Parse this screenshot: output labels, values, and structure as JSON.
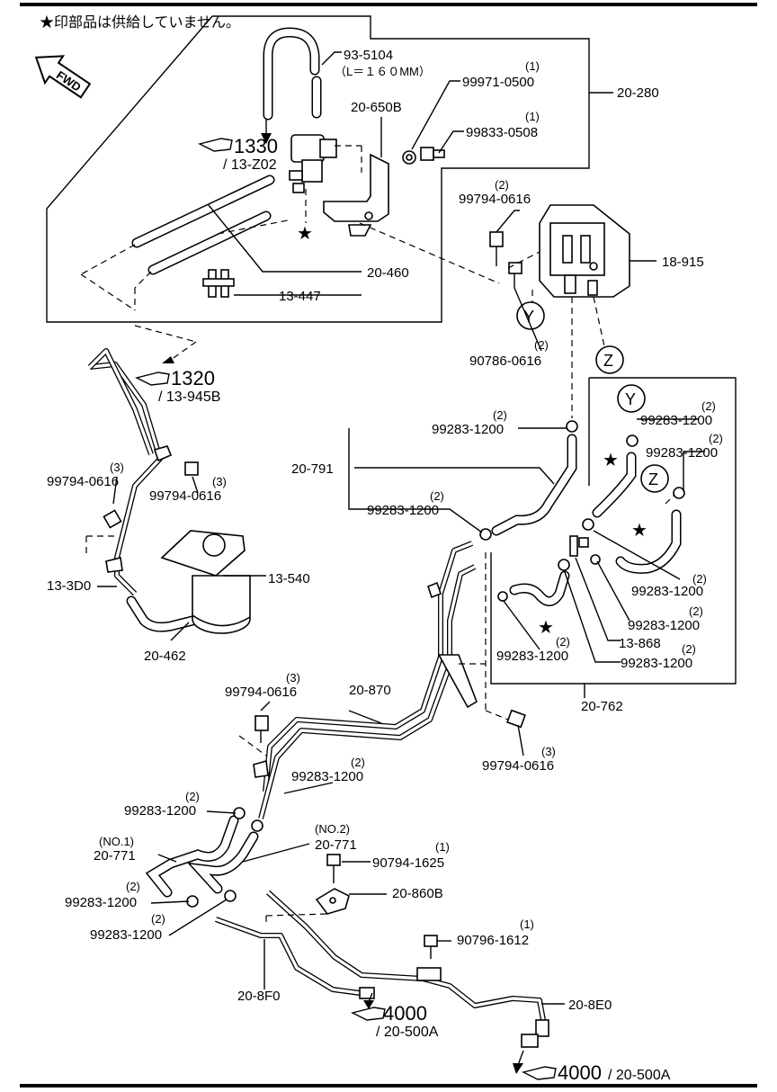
{
  "header_note": "★印部品は供給していません。",
  "fwd_label": "FWD",
  "callouts": [
    {
      "id": "c935104",
      "part": "93-5104",
      "qty": "",
      "sub": "（L＝１６０MM）"
    },
    {
      "id": "c999710500",
      "part": "99971-0500",
      "qty": "(1)"
    },
    {
      "id": "c20280",
      "part": "20-280",
      "qty": ""
    },
    {
      "id": "c20650b",
      "part": "20-650B",
      "qty": ""
    },
    {
      "id": "c998330508",
      "part": "99833-0508",
      "qty": "(1)"
    },
    {
      "id": "c997940616a",
      "part": "99794-0616",
      "qty": "(2)"
    },
    {
      "id": "c18915",
      "part": "18-915",
      "qty": ""
    },
    {
      "id": "c20460",
      "part": "20-460",
      "qty": ""
    },
    {
      "id": "c13447",
      "part": "13-447",
      "qty": ""
    },
    {
      "id": "c907860616",
      "part": "90786-0616",
      "qty": "(2)"
    },
    {
      "id": "c992831200a",
      "part": "99283-1200",
      "qty": "(2)"
    },
    {
      "id": "c992831200b",
      "part": "99283-1200",
      "qty": "(2)"
    },
    {
      "id": "c992831200c",
      "part": "99283-1200",
      "qty": "(2)"
    },
    {
      "id": "c20791",
      "part": "20-791",
      "qty": ""
    },
    {
      "id": "c992831200d",
      "part": "99283-1200",
      "qty": "(2)"
    },
    {
      "id": "c997940616b",
      "part": "99794-0616",
      "qty": "(3)"
    },
    {
      "id": "c997940616c",
      "part": "99794-0616",
      "qty": "(3)"
    },
    {
      "id": "c133d0",
      "part": "13-3D0",
      "qty": ""
    },
    {
      "id": "c13540",
      "part": "13-540",
      "qty": ""
    },
    {
      "id": "c20462",
      "part": "20-462",
      "qty": ""
    },
    {
      "id": "c992831200e",
      "part": "99283-1200",
      "qty": "(2)"
    },
    {
      "id": "c992831200f",
      "part": "99283-1200",
      "qty": "(2)"
    },
    {
      "id": "c13868",
      "part": "13-868",
      "qty": ""
    },
    {
      "id": "c992831200g",
      "part": "99283-1200",
      "qty": "(2)"
    },
    {
      "id": "c992831200h",
      "part": "99283-1200",
      "qty": "(2)"
    },
    {
      "id": "c20762",
      "part": "20-762",
      "qty": ""
    },
    {
      "id": "c997940616d",
      "part": "99794-0616",
      "qty": "(3)"
    },
    {
      "id": "c20870",
      "part": "20-870",
      "qty": ""
    },
    {
      "id": "c997940616e",
      "part": "99794-0616",
      "qty": "(3)"
    },
    {
      "id": "c992831200i",
      "part": "99283-1200",
      "qty": "(2)"
    },
    {
      "id": "c992831200j",
      "part": "99283-1200",
      "qty": "(2)"
    },
    {
      "id": "c20771a",
      "part": "20-771",
      "qty": "(NO.1)"
    },
    {
      "id": "c20771b",
      "part": "20-771",
      "qty": "(NO.2)"
    },
    {
      "id": "c907941625",
      "part": "90794-1625",
      "qty": "(1)"
    },
    {
      "id": "c992831200k",
      "part": "99283-1200",
      "qty": "(2)"
    },
    {
      "id": "c20860b",
      "part": "20-860B",
      "qty": ""
    },
    {
      "id": "c992831200l",
      "part": "99283-1200",
      "qty": "(2)"
    },
    {
      "id": "c907961612",
      "part": "90796-1612",
      "qty": "(1)"
    },
    {
      "id": "c208f0",
      "part": "20-8F0",
      "qty": ""
    },
    {
      "id": "c208e0",
      "part": "20-8E0",
      "qty": ""
    }
  ],
  "references": [
    {
      "id": "r1330",
      "num": "1330",
      "sub": "/ 13-Z02"
    },
    {
      "id": "r1320",
      "num": "1320",
      "sub": "/ 13-945B"
    },
    {
      "id": "r4000a",
      "num": "4000",
      "sub": "/ 20-500A"
    },
    {
      "id": "r4000b",
      "num": "4000",
      "sub": "/ 20-500A"
    }
  ],
  "circle_markers": {
    "y": "Y",
    "z": "Z"
  }
}
